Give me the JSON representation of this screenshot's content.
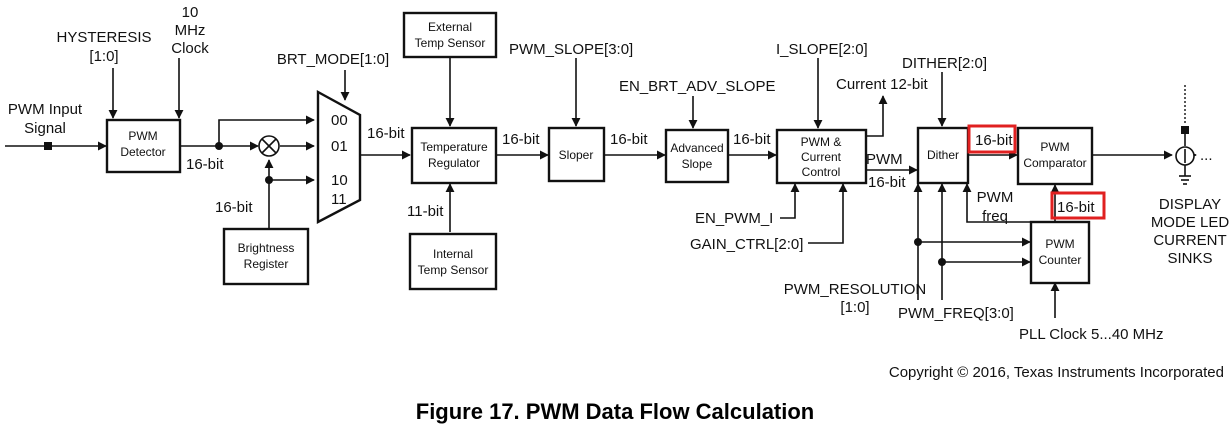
{
  "signals": {
    "pwm_input": [
      "PWM Input",
      "Signal"
    ],
    "hysteresis": [
      "HYSTERESIS",
      "[1:0]"
    ],
    "clock": [
      "10",
      "MHz",
      "Clock"
    ],
    "brt_mode": "BRT_MODE[1:0]",
    "pwm_slope": "PWM_SLOPE[3:0]",
    "en_brt_adv_slope": "EN_BRT_ADV_SLOPE",
    "i_slope": "I_SLOPE[2:0]",
    "current_12bit": "Current 12-bit",
    "dither_bits": "DITHER[2:0]",
    "en_pwm_i": "EN_PWM_I",
    "gain_ctrl": "GAIN_CTRL[2:0]",
    "pwm_resolution": [
      "PWM_RESOLUTION",
      "[1:0]"
    ],
    "pwm_freq_bits": "PWM_FREQ[3:0]",
    "pll_clock": "PLL Clock 5...40 MHz",
    "pwm_freq": [
      "PWM",
      "freq"
    ],
    "pwm_out": "PWM",
    "display": [
      "DISPLAY",
      "MODE LED",
      "CURRENT",
      "SINKS"
    ],
    "ellipsis": "..."
  },
  "blocks": {
    "pwm_detector": [
      "PWM",
      "Detector"
    ],
    "brightness_register": [
      "Brightness",
      "Register"
    ],
    "external_temp": [
      "External",
      "Temp Sensor"
    ],
    "temp_regulator": [
      "Temperature",
      "Regulator"
    ],
    "internal_temp": [
      "Internal",
      "Temp Sensor"
    ],
    "sloper": "Sloper",
    "advanced_slope": [
      "Advanced",
      "Slope"
    ],
    "pwm_current_control": [
      "PWM &",
      "Current",
      "Control"
    ],
    "dither": "Dither",
    "pwm_comparator": [
      "PWM",
      "Comparator"
    ],
    "pwm_counter": [
      "PWM",
      "Counter"
    ]
  },
  "mux_inputs": [
    "00",
    "01",
    "10",
    "11"
  ],
  "widths": {
    "detector_out": "16-bit",
    "brightness": "16-bit",
    "mux_out": "16-bit",
    "external_in": "11-bit",
    "regulator_out": "16-bit",
    "sloper_out": "16-bit",
    "adv_slope_out": "16-bit",
    "control_out": "16-bit",
    "dither_out": "16-bit",
    "counter_out": "16-bit"
  },
  "highlight_color": "#e02020",
  "copyright": "Copyright © 2016, Texas Instruments Incorporated",
  "caption": "Figure 17.  PWM Data Flow Calculation"
}
